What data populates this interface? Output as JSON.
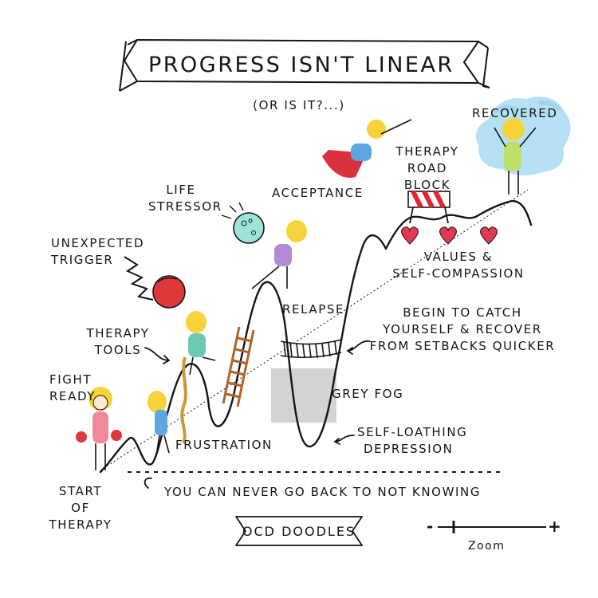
{
  "title": "Progress isn't linear",
  "subtitle": "(or is it?...)",
  "labels": {
    "recovered": "Recovered",
    "therapy_road_block": [
      "Therapy",
      "road",
      "block"
    ],
    "acceptance": "Acceptance",
    "life_stressor": [
      "Life",
      "stressor"
    ],
    "unexpected_trigger": [
      "Unexpected",
      "trigger"
    ],
    "therapy_tools": [
      "Therapy",
      "tools"
    ],
    "fight_ready": [
      "Fight",
      "ready"
    ],
    "start_of_therapy": [
      "Start",
      "of",
      "therapy"
    ],
    "frustration": "Frustration",
    "relapse": "Relapse",
    "grey_fog": "Grey fog",
    "self_loathing_depression": [
      "Self-loathing",
      "depression"
    ],
    "begin_to_catch": [
      "Begin to catch",
      "yourself & recover",
      "from setbacks quicker"
    ],
    "values_self_compassion": [
      "Values &",
      "self-compassion"
    ],
    "never_go_back": "You can never go back to not knowing"
  },
  "footer": "OCD Doodles",
  "zoom": {
    "minus": "-",
    "plus": "+",
    "label": "Zoom"
  },
  "colors": {
    "ink": "#151515",
    "sky": "#a9dcf2",
    "heart": "#e23a52",
    "hair": "#f6d33a",
    "cape": "#d9323c",
    "dress_pink": "#f2889c",
    "dress_purple": "#b48ad6",
    "dress_teal": "#6bc9b3",
    "dress_blue": "#5da6e0",
    "shirt_green": "#bde06a",
    "ladder": "#b0632b",
    "fog": "#c8c8c8",
    "stressor": "#9ee3d9",
    "glove": "#e0373b",
    "barrier_red": "#e3262c"
  }
}
